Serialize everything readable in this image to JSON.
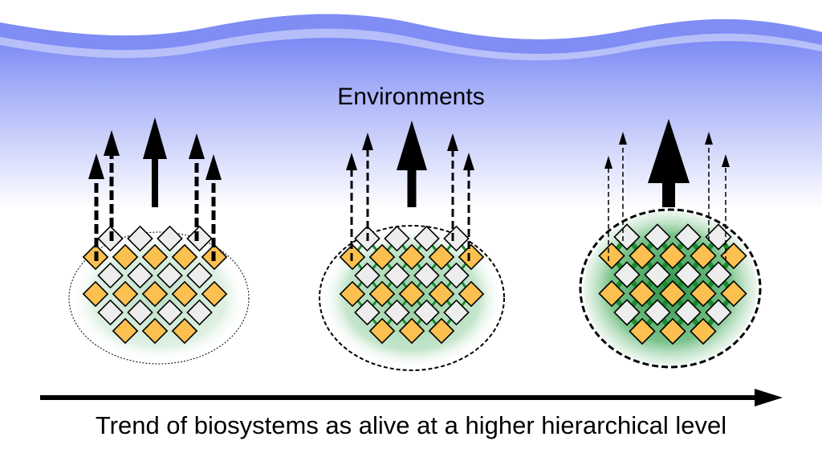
{
  "environment_label": "Environments",
  "trend_label": "Trend of biosystems as alive at a higher hierarchical level",
  "colors": {
    "diamond_orange": "#fbc04f",
    "diamond_grey": "#ededed",
    "halo_green": "#2f9e4a",
    "link_green": "#1c8a2c",
    "wave_blue": "#5b6cf2",
    "outline": "#000000"
  },
  "stages": [
    {
      "name": "stage-1",
      "boundary": "dotted-thin",
      "halo": "faint",
      "links": "none",
      "peripheral_arrows": "thick-dashed"
    },
    {
      "name": "stage-2",
      "boundary": "dashed-medium",
      "halo": "medium",
      "links": "partial",
      "peripheral_arrows": "medium-dashed"
    },
    {
      "name": "stage-3",
      "boundary": "dashed-thick",
      "halo": "strong",
      "links": "full",
      "peripheral_arrows": "thin-dashed"
    }
  ]
}
